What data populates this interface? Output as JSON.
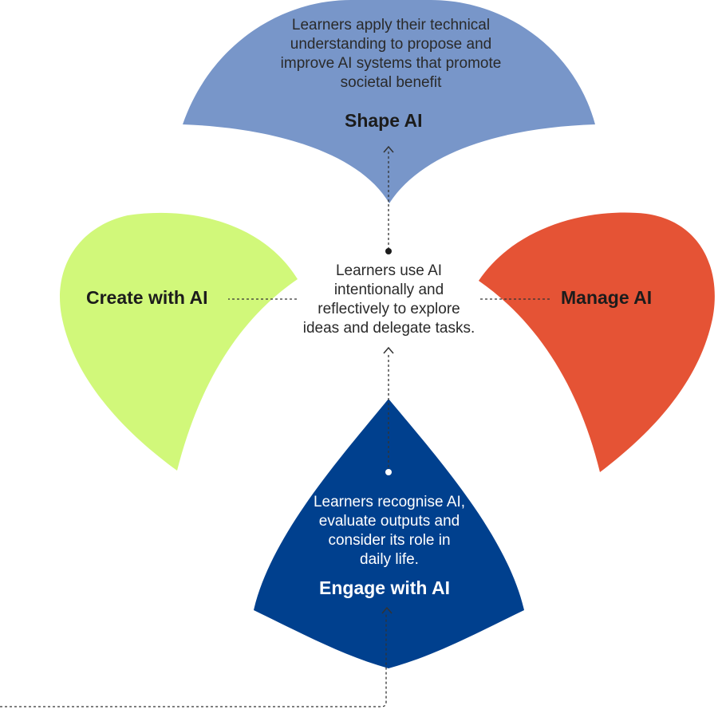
{
  "colors": {
    "shape": "#7896c9",
    "create": "#d1f87a",
    "manage": "#e55335",
    "engage": "#00408e",
    "text_dark": "#1c1c1c",
    "text_light": "#ffffff",
    "connector": "#333333"
  },
  "shape_ai": {
    "description": "Learners apply their technical understanding to propose and improve AI systems that promote societal benefit",
    "title": "Shape AI"
  },
  "create_ai": {
    "title": "Create with AI"
  },
  "center": {
    "description": "Learners use AI intentionally and reflectively to explore ideas and delegate tasks."
  },
  "manage_ai": {
    "title": "Manage AI"
  },
  "engage_ai": {
    "description": "Learners recognise AI, evaluate outputs and consider its role in daily life.",
    "title": "Engage with AI"
  }
}
